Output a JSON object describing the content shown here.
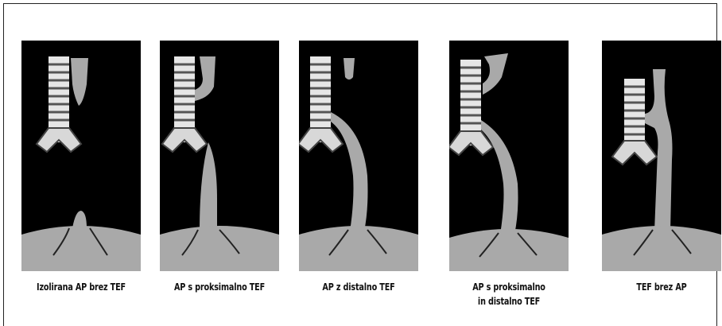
{
  "panels": [
    {
      "id": "isolated",
      "caption": [
        "Izolirana AP brez TEF"
      ]
    },
    {
      "id": "proximal",
      "caption": [
        "AP s proksimalno TEF"
      ]
    },
    {
      "id": "distal",
      "caption": [
        "AP z distalno TEF"
      ]
    },
    {
      "id": "both",
      "caption": [
        "AP s proksimalno",
        "in distalno TEF"
      ]
    },
    {
      "id": "h-type",
      "caption": [
        "TEF brez AP"
      ]
    }
  ],
  "colors": {
    "background": "#000000",
    "organ": "#a9a9a9",
    "trachea_light": "#e6e6e6",
    "trachea_dark": "#555555",
    "outline": "#222222"
  }
}
